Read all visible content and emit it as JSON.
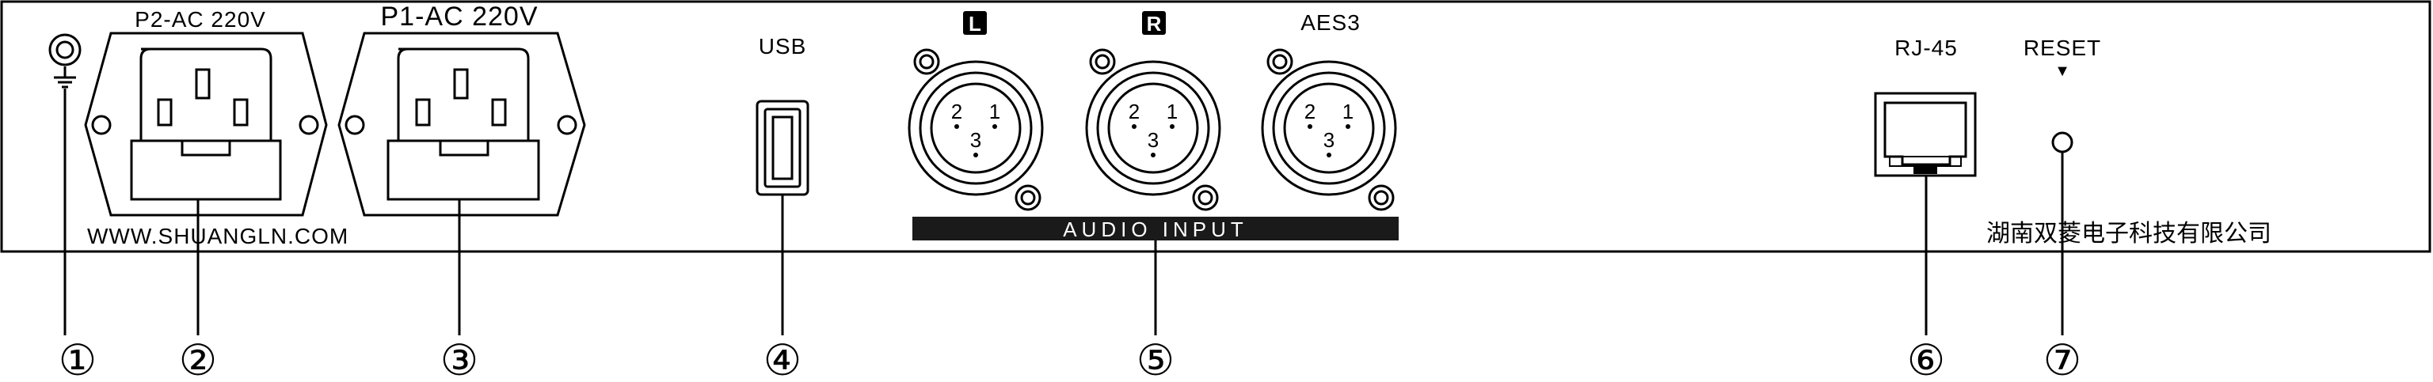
{
  "labels": {
    "p2": "P2-AC 220V",
    "p1": "P1-AC 220V",
    "usb": "USB",
    "l_badge": "L",
    "r_badge": "R",
    "aes3": "AES3",
    "rj45": "RJ-45",
    "reset": "RESET",
    "reset_arrow": "▼",
    "website": "WWW.SHUANGLN.COM",
    "audio_input": "AUDIO INPUT",
    "company": "湖南双菱电子科技有限公司"
  },
  "xlr_pins": {
    "pin1": "1",
    "pin2": "2",
    "pin3": "3"
  },
  "callouts": {
    "c1": "①",
    "c2": "②",
    "c3": "③",
    "c4": "④",
    "c5": "⑤",
    "c6": "⑥",
    "c7": "⑦"
  },
  "colors": {
    "line": "#000000",
    "panel": "#ffffff",
    "band": "#1a1a1a"
  }
}
